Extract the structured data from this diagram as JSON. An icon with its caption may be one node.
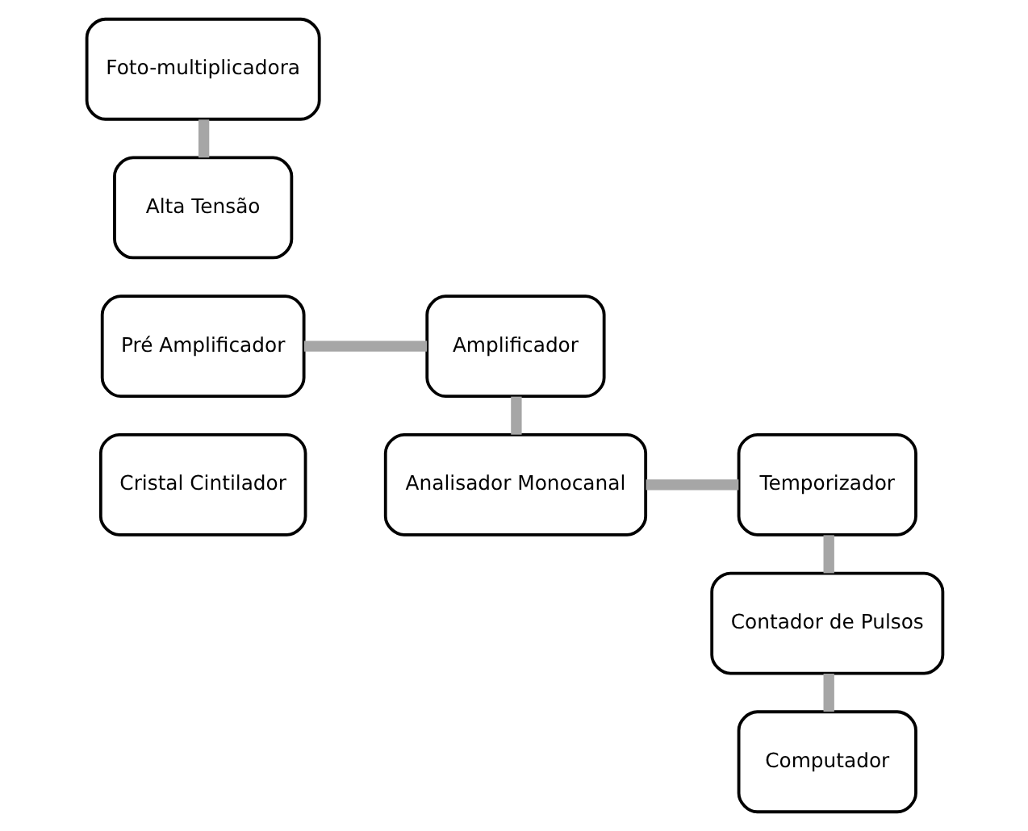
{
  "diagram": {
    "nodes": [
      {
        "text": [
          "Cristal Cintilador"
        ]
      },
      {
        "text": [
          "Pré Amplificador"
        ]
      },
      {
        "text": [
          "Foto-multiplicadora"
        ]
      },
      {
        "text": [
          "Alta Tensão"
        ]
      },
      {
        "text": [
          "Analisador Monocanal"
        ]
      },
      {
        "text": [
          "Amplificador"
        ]
      },
      {
        "text": [
          "Temporizador"
        ]
      },
      {
        "text": [
          "Contador de Pulsos"
        ]
      },
      {
        "text": [
          "Computador"
        ]
      }
    ],
    "edges": [
      {
        "from": 2,
        "to": 3,
        "arrow": "none"
      },
      {
        "from": 1,
        "to": 5,
        "arrow": "none"
      },
      {
        "from": 5,
        "to": 4,
        "arrow": "none"
      },
      {
        "from": 4,
        "to": 6,
        "arrow": "none"
      },
      {
        "from": 6,
        "to": 7,
        "arrow": "none"
      },
      {
        "from": 7,
        "to": 8,
        "arrow": "none"
      }
    ]
  }
}
